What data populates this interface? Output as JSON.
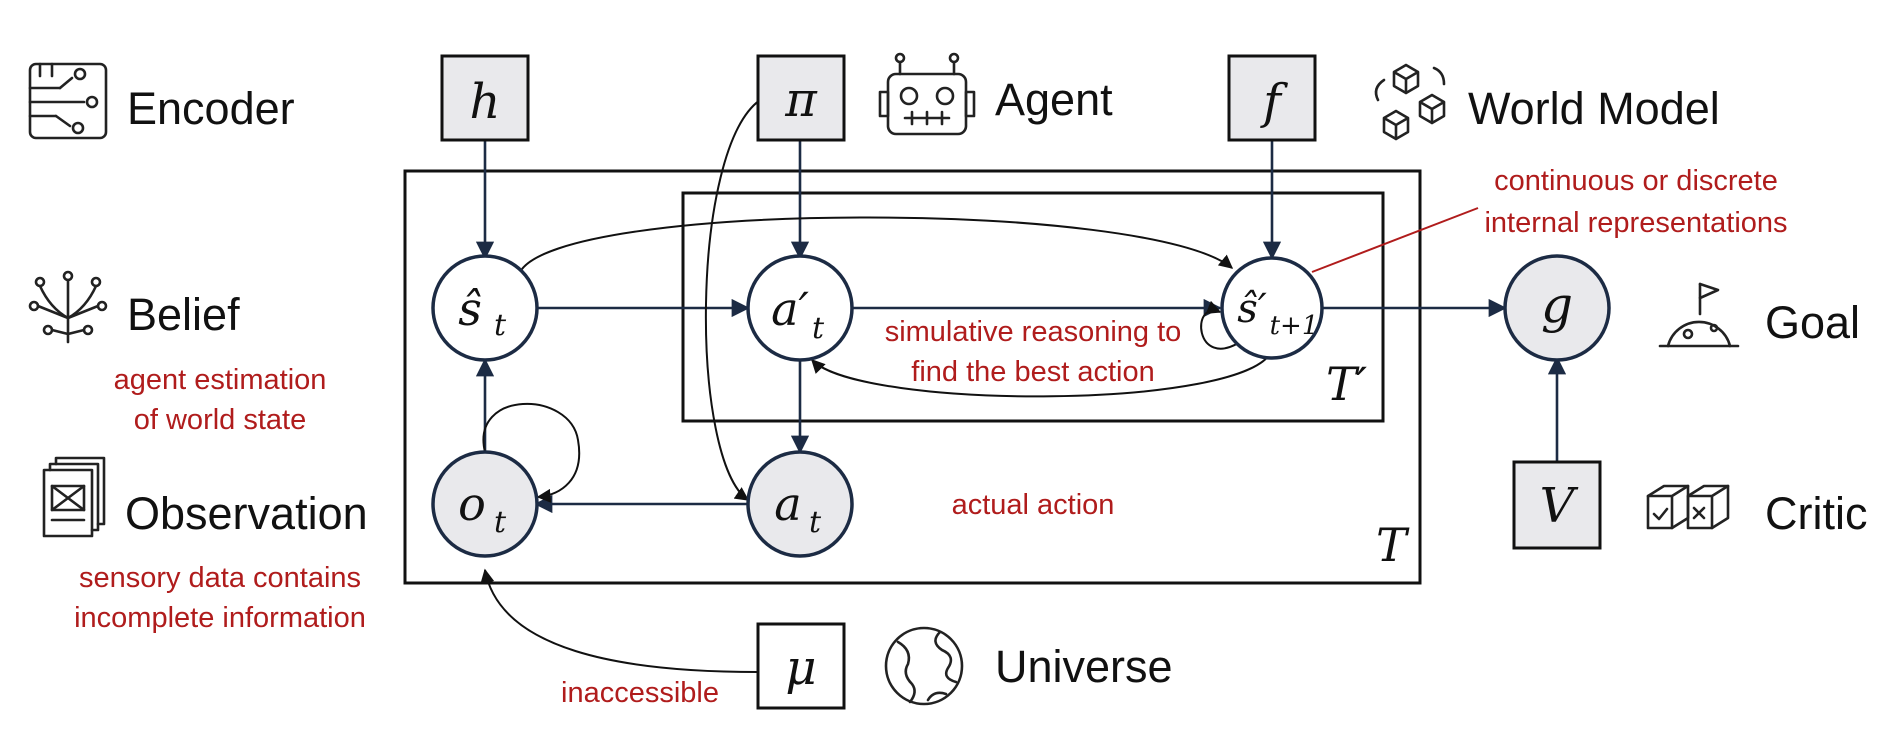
{
  "legend": {
    "encoder": "Encoder",
    "agent": "Agent",
    "world_model": "World Model",
    "belief": "Belief",
    "goal": "Goal",
    "observation": "Observation",
    "critic": "Critic",
    "universe": "Universe"
  },
  "params": {
    "h": "h",
    "pi": "π",
    "f": "f",
    "V": "V",
    "mu": "μ"
  },
  "nodes": {
    "s_t": {
      "base": "ŝ",
      "sub": "t"
    },
    "a_prime_t": {
      "base": "a′",
      "sub": "t"
    },
    "s_prime_next": {
      "base": "ŝ′",
      "sub": "t+1"
    },
    "g": {
      "base": "g"
    },
    "o_t": {
      "base": "o",
      "sub": "t"
    },
    "a_t": {
      "base": "a",
      "sub": "t"
    }
  },
  "plates": {
    "inner": "T′",
    "outer": "T"
  },
  "annotations": {
    "representations_line1": "continuous or discrete",
    "representations_line2": "internal representations",
    "belief_line1": "agent estimation",
    "belief_line2": "of world state",
    "reasoning_line1": "simulative reasoning to",
    "reasoning_line2": "find the best action",
    "actual_action": "actual action",
    "observation_line1": "sensory data contains",
    "observation_line2": "incomplete information",
    "inaccessible": "inaccessible"
  },
  "colors": {
    "annotation": "#b01c1c",
    "node_stroke": "#1c2b44",
    "param_fill": "#e9e9ec"
  },
  "icons": {
    "encoder": "circuit-board-icon",
    "agent": "robot-icon",
    "world_model": "cubes-icon",
    "belief": "neural-tree-icon",
    "goal": "flag-planet-icon",
    "observation": "documents-icon",
    "critic": "check-cross-cubes-icon",
    "universe": "globe-icon"
  }
}
